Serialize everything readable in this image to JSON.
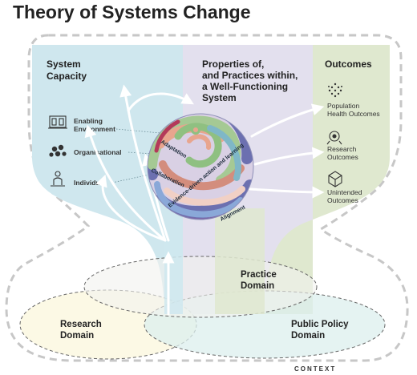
{
  "title": "Theory of Systems Change",
  "columns": {
    "system_capacity": {
      "heading_line1": "System",
      "heading_line2": "Capacity",
      "items": [
        {
          "line1": "Enabling",
          "line2": "Environment",
          "icon": "building-icon"
        },
        {
          "line1": "Organisational",
          "line2": "",
          "icon": "people-group-icon"
        },
        {
          "line1": "Individual",
          "line2": "",
          "icon": "person-icon"
        }
      ]
    },
    "properties": {
      "heading_line1": "Properties of,",
      "heading_line2": "and Practices within,",
      "heading_line3": "a Well-Functioning",
      "heading_line4": "System"
    },
    "outcomes": {
      "heading": "Outcomes",
      "items": [
        {
          "line1": "Population",
          "line2": "Health Outcomes",
          "icon": "population-icon"
        },
        {
          "line1": "Research",
          "line2": "Outcomes",
          "icon": "research-icon"
        },
        {
          "line1": "Unintended",
          "line2": "Outcomes",
          "icon": "cube-icon"
        }
      ]
    }
  },
  "sphere_labels": {
    "adaptation": "Adaptation",
    "collaboration": "Collaboration",
    "evidence": "Evidence-driven action and learning",
    "alignment": "Alignment"
  },
  "domains": {
    "practice_line1": "Practice",
    "practice_line2": "Domain",
    "research_line1": "Research",
    "research_line2": "Domain",
    "policy_line1": "Public Policy",
    "policy_line2": "Domain"
  },
  "context_label": "CONTEXT",
  "colors": {
    "capacity_blue": "#cfe7ee",
    "properties_lavender": "#e3e0ee",
    "outcomes_green": "#dfe8cf",
    "research_yellow": "#fbf8e0",
    "policy_teal": "#dcefee",
    "practice_grey": "#f1f1ef"
  }
}
